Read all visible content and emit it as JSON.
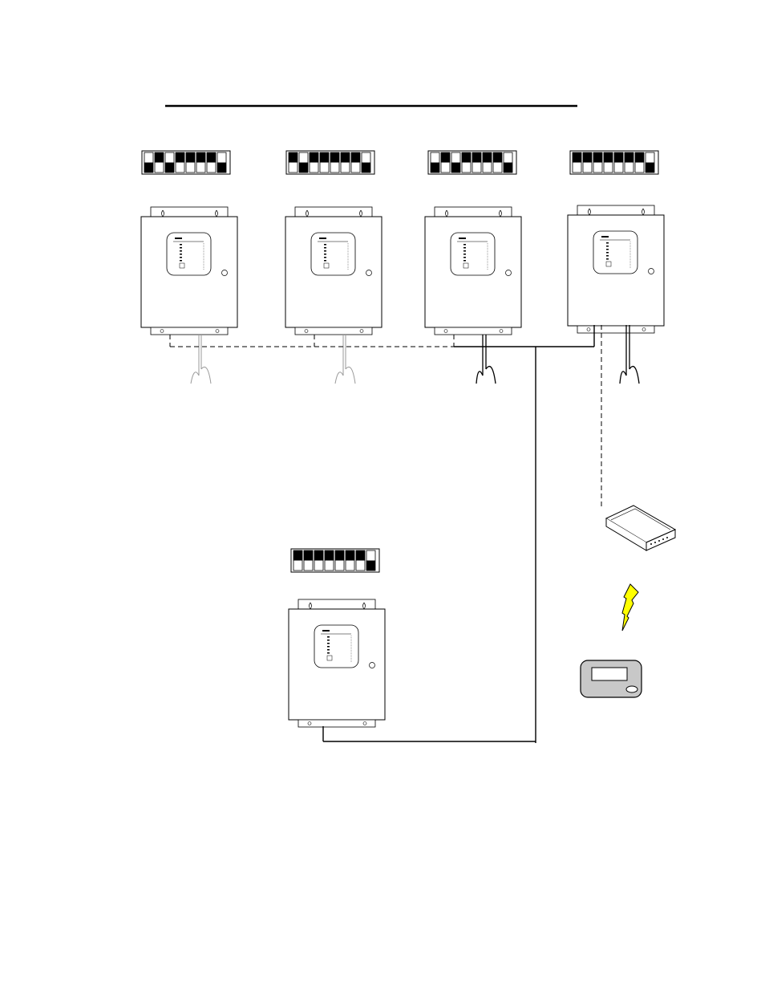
{
  "colors": {
    "line": "#000000",
    "faint_wire": "#9a9a9a",
    "lightning": "#ffff00",
    "pager_body": "#c8c8c8"
  },
  "dip_switches": [
    {
      "name": "dip-switch-panel-1",
      "states": [
        "off",
        "on",
        "off",
        "on",
        "on",
        "on",
        "on",
        "off"
      ]
    },
    {
      "name": "dip-switch-panel-2",
      "states": [
        "on",
        "off",
        "on",
        "on",
        "on",
        "on",
        "on",
        "off"
      ]
    },
    {
      "name": "dip-switch-panel-3",
      "states": [
        "off",
        "on",
        "off",
        "on",
        "on",
        "on",
        "on",
        "off"
      ]
    },
    {
      "name": "dip-switch-panel-4",
      "states": [
        "on",
        "on",
        "on",
        "on",
        "on",
        "on",
        "on",
        "off"
      ]
    },
    {
      "name": "dip-switch-panel-5",
      "states": [
        "on",
        "on",
        "on",
        "on",
        "on",
        "on",
        "on",
        "off"
      ]
    }
  ],
  "icons": [
    "control-panel-icon",
    "modem-icon",
    "lightning-icon",
    "pager-icon"
  ]
}
